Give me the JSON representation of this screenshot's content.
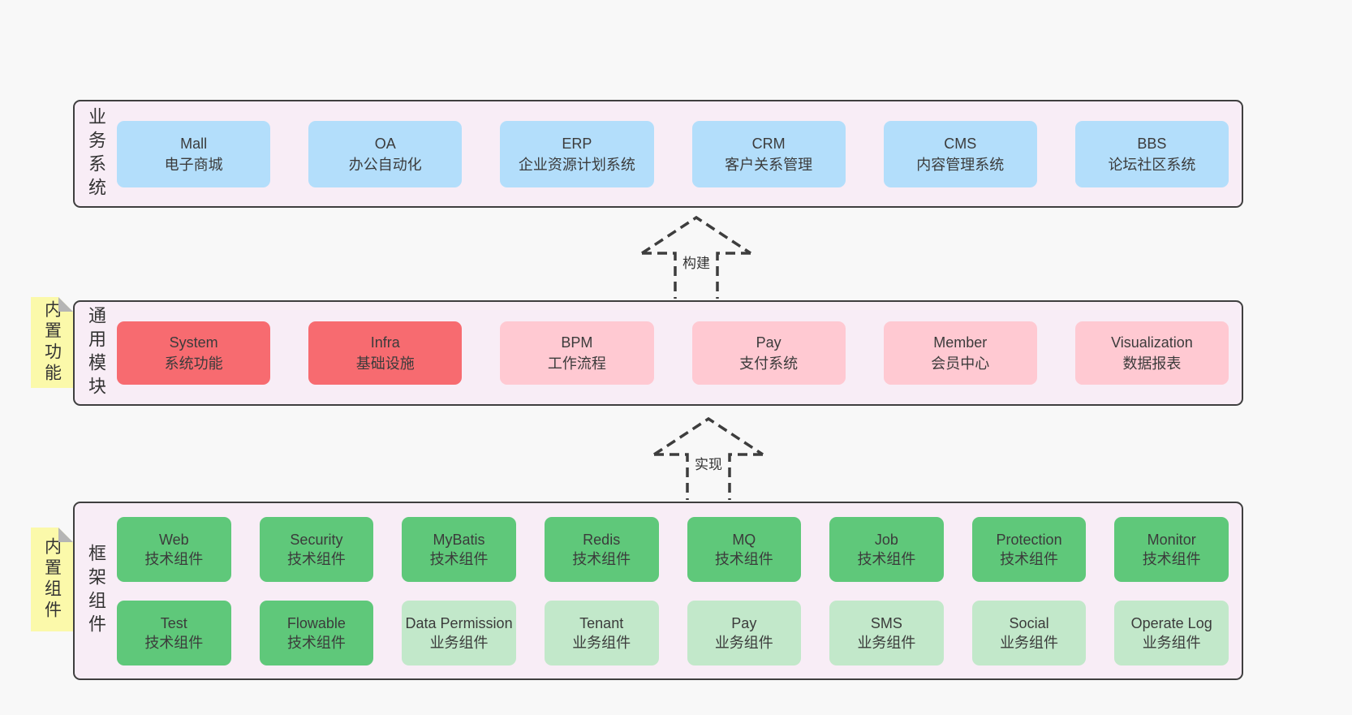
{
  "colors": {
    "page_bg": "#f8f8f8",
    "section_bg": "#f8edf6",
    "section_border": "#3f3f3f",
    "blue_box": "#b3defb",
    "red_solid_box": "#f76b70",
    "pink_light_box": "#ffc9d2",
    "green_solid_box": "#5fc87a",
    "green_light_box": "#c2e8ca",
    "sticky_yellow": "#fbf9aa",
    "fold_gray": "#b5b5b5",
    "text": "#3b3b3b"
  },
  "arrows": [
    {
      "label": "构建"
    },
    {
      "label": "实现"
    }
  ],
  "sections": {
    "business": {
      "label": "业务系统",
      "boxes": [
        {
          "en": "Mall",
          "zh": "电子商城"
        },
        {
          "en": "OA",
          "zh": "办公自动化"
        },
        {
          "en": "ERP",
          "zh": "企业资源计划系统"
        },
        {
          "en": "CRM",
          "zh": "客户关系管理"
        },
        {
          "en": "CMS",
          "zh": "内容管理系统"
        },
        {
          "en": "BBS",
          "zh": "论坛社区系统"
        }
      ]
    },
    "modules": {
      "label": "通用模块",
      "tag": "内置功能",
      "boxes": [
        {
          "en": "System",
          "zh": "系统功能",
          "variant": "solid-red"
        },
        {
          "en": "Infra",
          "zh": "基础设施",
          "variant": "solid-red"
        },
        {
          "en": "BPM",
          "zh": "工作流程",
          "variant": "light-pink"
        },
        {
          "en": "Pay",
          "zh": "支付系统",
          "variant": "light-pink"
        },
        {
          "en": "Member",
          "zh": "会员中心",
          "variant": "light-pink"
        },
        {
          "en": "Visualization",
          "zh": "数据报表",
          "variant": "light-pink"
        }
      ]
    },
    "framework": {
      "label": "框架组件",
      "tag": "内置组件",
      "row1": [
        {
          "en": "Web",
          "zh": "技术组件",
          "variant": "solid-green"
        },
        {
          "en": "Security",
          "zh": "技术组件",
          "variant": "solid-green"
        },
        {
          "en": "MyBatis",
          "zh": "技术组件",
          "variant": "solid-green"
        },
        {
          "en": "Redis",
          "zh": "技术组件",
          "variant": "solid-green"
        },
        {
          "en": "MQ",
          "zh": "技术组件",
          "variant": "solid-green"
        },
        {
          "en": "Job",
          "zh": "技术组件",
          "variant": "solid-green"
        },
        {
          "en": "Protection",
          "zh": "技术组件",
          "variant": "solid-green"
        },
        {
          "en": "Monitor",
          "zh": "技术组件",
          "variant": "solid-green"
        }
      ],
      "row2": [
        {
          "en": "Test",
          "zh": "技术组件",
          "variant": "solid-green"
        },
        {
          "en": "Flowable",
          "zh": "技术组件",
          "variant": "solid-green"
        },
        {
          "en": "Data Permission",
          "zh": "业务组件",
          "variant": "light-green"
        },
        {
          "en": "Tenant",
          "zh": "业务组件",
          "variant": "light-green"
        },
        {
          "en": "Pay",
          "zh": "业务组件",
          "variant": "light-green"
        },
        {
          "en": "SMS",
          "zh": "业务组件",
          "variant": "light-green"
        },
        {
          "en": "Social",
          "zh": "业务组件",
          "variant": "light-green"
        },
        {
          "en": "Operate Log",
          "zh": "业务组件",
          "variant": "light-green"
        }
      ]
    }
  }
}
